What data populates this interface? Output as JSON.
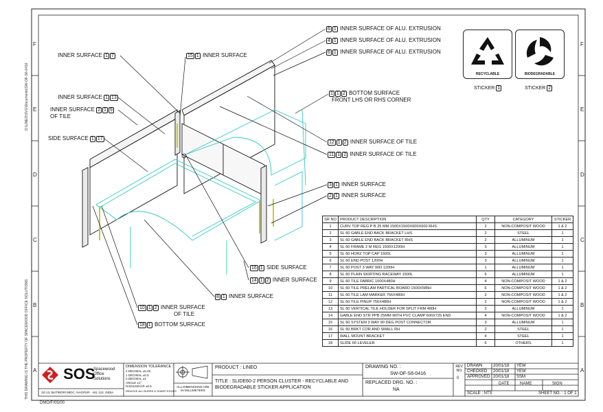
{
  "margin_text": {
    "left_top": "THIS DRAWING IS THE PROPERTY OF SPACEWOOD OFFICE SOLUTIONS",
    "left_path": "D:\\LINEO\\SVG\\Documents\\SW-OF-S6-0416",
    "left_bottom": "DMO/F/05/00"
  },
  "zones": {
    "right": [
      "F",
      "E",
      "D",
      "C",
      "B",
      "A"
    ],
    "left": [
      "F",
      "E",
      "D",
      "C",
      "B",
      "A"
    ]
  },
  "callouts": [
    {
      "id": "c1",
      "num": [
        "6",
        "1"
      ],
      "text": "INNER SURFACE OF ALU. EXTRUSION"
    },
    {
      "id": "c2",
      "num": [
        "4",
        "1"
      ],
      "text": "INNER SURFACE OF ALU. EXTRUSION"
    },
    {
      "id": "c3",
      "num": [
        "6",
        "1"
      ],
      "text": "INNER SURFACE OF ALU. EXTRUSION"
    },
    {
      "id": "c4",
      "num": [
        "1",
        "7"
      ],
      "text": "INNER SURFACE",
      "before": true
    },
    {
      "id": "c5",
      "num": [
        "15",
        "1"
      ],
      "text": "INNER SURFACE"
    },
    {
      "id": "c6",
      "num": [
        "1",
        "1",
        "2"
      ],
      "text": "BOTTOM SURFACE",
      "text2": "FRONT LHS OR RHS CORNER"
    },
    {
      "id": "c7",
      "num": [
        "1",
        "13"
      ],
      "text": "INNER SURFACE",
      "before": true
    },
    {
      "id": "c8",
      "num": [
        "2",
        "1",
        "9"
      ],
      "text": "INNER SURFACE",
      "text2": "OF TILE",
      "before": true
    },
    {
      "id": "c9",
      "num": [
        "1",
        "17"
      ],
      "text": "SIDE SURFACE",
      "before": true
    },
    {
      "id": "c10",
      "num": [
        "12",
        "1",
        "2"
      ],
      "text": "INNER SURFACE OF TILE"
    },
    {
      "id": "c11",
      "num": [
        "11",
        "1",
        "2"
      ],
      "text": "INNER SURFACE OF TILE"
    },
    {
      "id": "c12",
      "num": [
        "3",
        "1"
      ],
      "text": "INNER SURFACE"
    },
    {
      "id": "c13",
      "num": [
        "2",
        "1"
      ],
      "text": "INNER SURFACE"
    },
    {
      "id": "c14",
      "num": [
        "16",
        "1"
      ],
      "text": "SIDE SURFACE"
    },
    {
      "id": "c15",
      "num": [
        "14",
        "1",
        "2"
      ],
      "text": "INNER SURFACE"
    },
    {
      "id": "c16",
      "num": [
        "8",
        "1"
      ],
      "text": "INNER SURFACE"
    },
    {
      "id": "c17",
      "num": [
        "10",
        "1",
        "2"
      ],
      "text": "INNER SURFACE",
      "text2": "OF TILE"
    },
    {
      "id": "c18",
      "num": [
        "18",
        "1"
      ],
      "text": "BOTTOM SURFACE"
    }
  ],
  "stickers": [
    {
      "label": "RECYCLABLE",
      "caption": "STICKER",
      "num": "1",
      "icon": "recycle-icon"
    },
    {
      "label": "BIODEGRADABLE",
      "caption": "STICKER",
      "num": "2",
      "icon": "leaf-cycle-icon"
    }
  ],
  "bom": {
    "headers": [
      "SR NO",
      "PRODUCT DESCRIPTION",
      "QTY",
      "CATEGORY",
      "STICKER"
    ],
    "rows": [
      [
        "1",
        "CURV TOP REG P B 25 MM 1500X1500X600X600 RHS",
        "2",
        "NON-COMPOSIT WOOD",
        "1 & 2"
      ],
      [
        "2",
        "SL 60 GABLE END BACK BRACKET LHS",
        "2",
        "STEEL",
        "1"
      ],
      [
        "3",
        "SL 60 GABLE END BACK BRACKET RHS",
        "2",
        "ALLUMINUM",
        "1"
      ],
      [
        "4",
        "SL 60 FRAME 2 M REG 1500X1200H",
        "3",
        "ALLUMINUM",
        "1"
      ],
      [
        "5",
        "SL 60 HORZ TOP CAP 1500L",
        "3",
        "ALLUMINUM",
        "1"
      ],
      [
        "6",
        "SL 60 END POST 1200H",
        "3",
        "ALLUMINUM",
        "1"
      ],
      [
        "7",
        "SL 60 POST 3 WAY 90D 1200H",
        "1",
        "ALLUMINUM",
        "1"
      ],
      [
        "8",
        "SL 60 PLAIN SKIRTING RACEWAY 1500L",
        "6",
        "ALLUMINUM",
        "1"
      ],
      [
        "9",
        "SL 60 TILE FABRIC 1500X480H",
        "4",
        "NON-COMPOSIT WOOD",
        "1 & 2"
      ],
      [
        "10",
        "SL 60 TILE PRELAM PARTICAL BOARD 1500X585H",
        "6",
        "NON-COMPOSIT WOOD",
        "1 & 2"
      ],
      [
        "11",
        "SL 60 TILE LAM MARKER 756X480H",
        "2",
        "NON-COMPOSIT WOOD",
        "1 & 2"
      ],
      [
        "12",
        "SL 60 TILE PINUP 756X480H",
        "2",
        "NON-COMPOSIT WOOD",
        "1 & 2"
      ],
      [
        "13",
        "SL 60 VERTICAL TILE HOLDER FOR SPLIT FRM 480H",
        "2",
        "ALLUMINUM",
        "1"
      ],
      [
        "14",
        "GABLE END STR PPB 25MM WITH PVC CLAMP 600X725 END",
        "4",
        "NON-COMPOSIT WOOD",
        "1 & 2"
      ],
      [
        "15",
        "SL 60 SYSTEM 3 WAY 90 DEG POST CONNECTOR",
        "3",
        "ALLUMINUM",
        "1"
      ],
      [
        "16",
        "SL 60 BRKT COR AND SMALL RH",
        "2",
        "STEEL",
        "1"
      ],
      [
        "17",
        "WALL MOUNT BRACKET",
        "4",
        "STEEL",
        "1"
      ],
      [
        "18",
        "SLIDE 60 LEVELER",
        "6",
        "OTHERS",
        "1"
      ]
    ]
  },
  "title_block": {
    "logo": "SOS",
    "company": [
      "Spacewood",
      "Office",
      "Solutions"
    ],
    "address": "SZ-13, BUTIBORI MIDC, NAGPUR - 441 122, INDIA",
    "tolerance_title": "DIMENSION TOLERANCE :",
    "tolerance_lines": [
      "2 DECIMAL   ±0.25",
      "1 DECIMAL   ±0.5",
      "0 DECIMAL   ±1",
      "ANGLE   ±1°",
      "RADIUS/HAR   ±0.5"
    ],
    "tolerance_note": "REMOVE ALL BURRS & SHARP EDGES",
    "units_note": "ALL DIMENSIONS ARE IN MILLIMETERS",
    "product_label": "PRODUCT :",
    "product": "LINEO",
    "title_label": "TITLE :",
    "title": "SLIDE60-2 PERSON CLUSTER - RECYCLABLE AND BIODEGRADABLE STICKER APPLICATION",
    "drawing_no_label": "DRAWING NO. :",
    "drawing_no": "SW-OF-S6-0416",
    "replaced_label": "REPLACED DRG. NO. :",
    "replaced": "NA",
    "rev_label": "REV. NO.",
    "rev": "0",
    "drawn_label": "DRAWN",
    "drawn_date": "20/01/18",
    "drawn_by": "YEW",
    "checked_label": "CHECKED",
    "checked_date": "20/01/18",
    "checked_by": "YEW",
    "approved_label": "APPROVED",
    "approved_date": "20/01/18",
    "approved_by": "SSM",
    "date_label": "DATE",
    "name_label": "NAME",
    "sign_label": "SIGN",
    "scale": "SCALE : NTS",
    "sheet": "SHEET NO. : 1 OF 1"
  }
}
